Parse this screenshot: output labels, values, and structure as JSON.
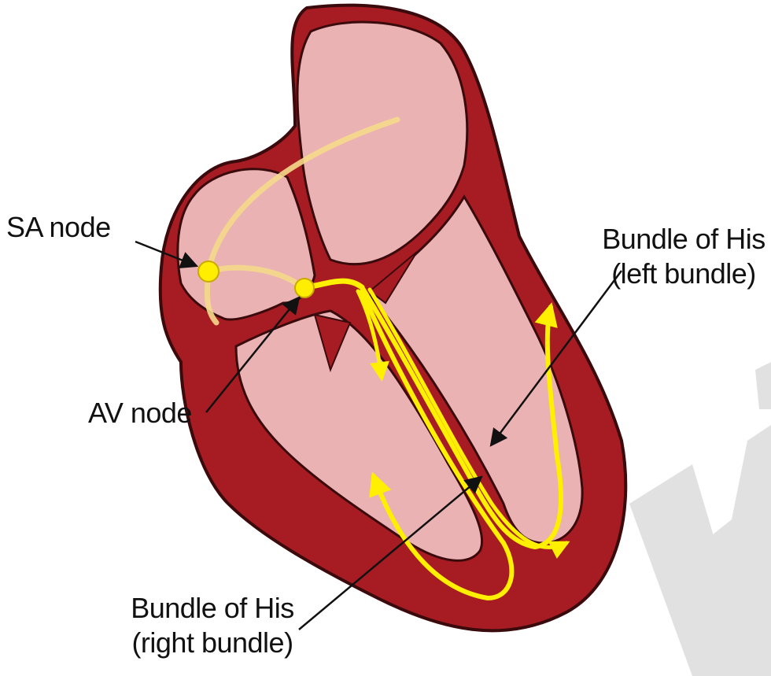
{
  "labels": {
    "sa_node": "SA node",
    "av_node": "AV node",
    "his_left_line1": "Bundle of His",
    "his_left_line2": "(left bundle)",
    "his_right_line1": "Bundle of His",
    "his_right_line2": "(right bundle)"
  },
  "colors": {
    "myocardium": "#a61c22",
    "outline": "#3a0a0c",
    "chamber": "#eab2b3",
    "conduction": "#ffef00",
    "conduction_faded": "#f5d98a",
    "node": "#ffee00",
    "watermark": "#c9c9c9"
  },
  "icons": {
    "heart": "heart-diagram",
    "arrow": "pointer-line-icon"
  }
}
